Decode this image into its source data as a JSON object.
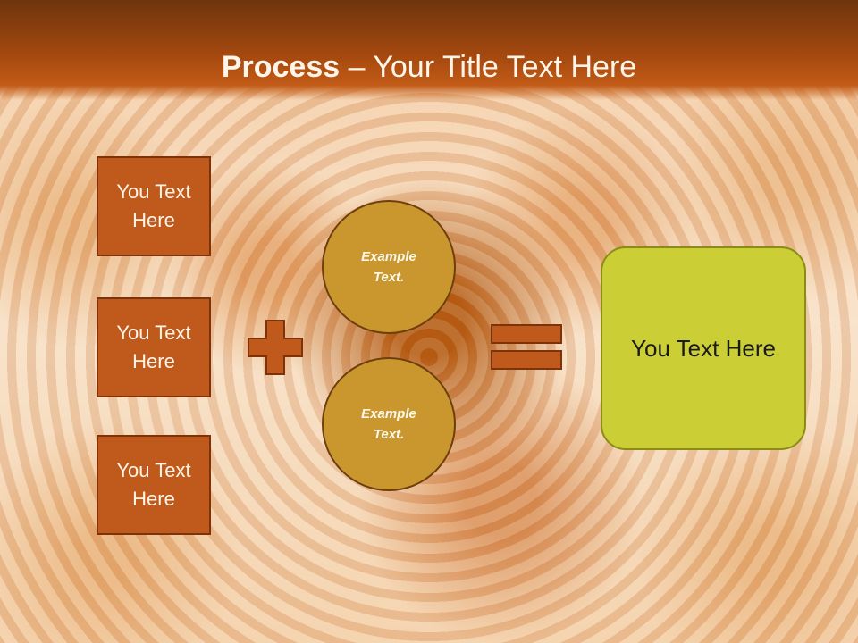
{
  "slide": {
    "title_bold": "Process",
    "title_rest": " – Your Title Text Here",
    "left_boxes": [
      {
        "line1": "You Text",
        "line2": "Here"
      },
      {
        "line1": "You Text",
        "line2": "Here"
      },
      {
        "line1": "You Text",
        "line2": "Here"
      }
    ],
    "circles": [
      {
        "line1": "Example",
        "line2": "Text."
      },
      {
        "line1": "Example",
        "line2": "Text."
      }
    ],
    "plus_symbol": "plus-icon",
    "equals_symbol": "equals-icon",
    "result_label": "You Text Here"
  },
  "colors": {
    "header": "#a4480f",
    "box_fill": "#c05a1c",
    "circle_fill": "#c9972e",
    "result_fill": "#cbce35"
  }
}
